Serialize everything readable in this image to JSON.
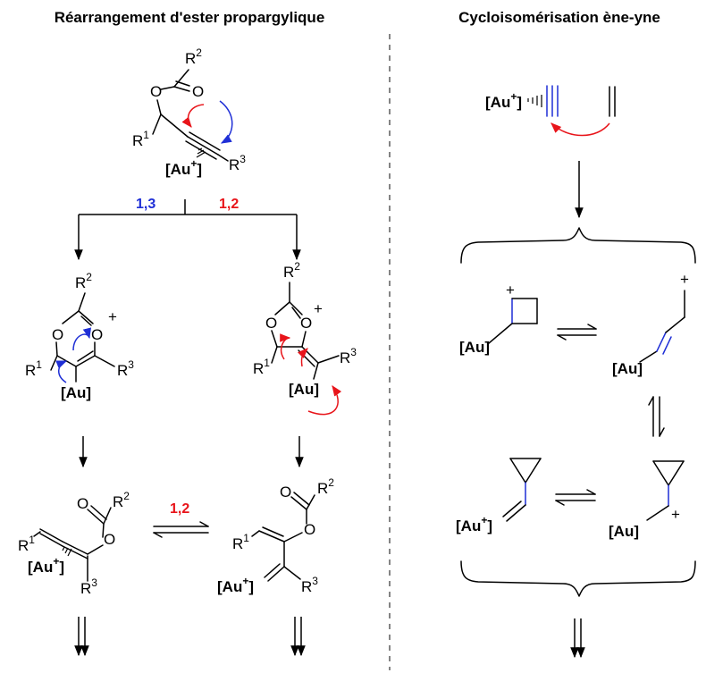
{
  "titles": {
    "left": "Réarrangement d'ester propargylique",
    "right": "Cycloisomérisation ène-yne"
  },
  "path_labels": {
    "blue": "1,3",
    "red": "1,2",
    "equilibrium": "1,2"
  },
  "atoms": {
    "O": "O",
    "au_cation": "[Au",
    "au_plus": "+",
    "au_close": "]",
    "au": "[Au]",
    "plus": "+",
    "R": "R",
    "n1": "1",
    "n2": "2",
    "n3": "3"
  },
  "colors": {
    "red": "#e8141a",
    "blue": "#1f2fd6",
    "black": "#000000"
  }
}
